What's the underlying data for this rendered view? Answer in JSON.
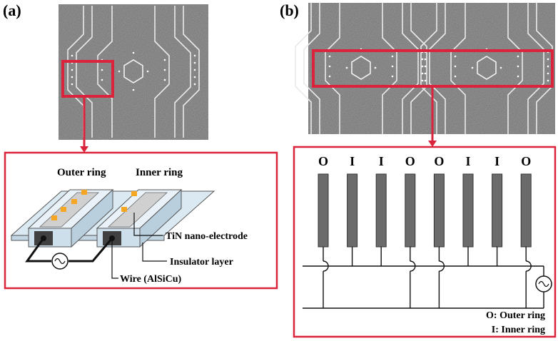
{
  "panels": {
    "a": {
      "label": "(a)"
    },
    "b": {
      "label": "(b)"
    }
  },
  "panel_a": {
    "outer_ring_label": "Outer ring",
    "inner_ring_label": "Inner ring",
    "callouts": {
      "electrode": "TiN nano-electrode",
      "insulator": "Insulator layer",
      "wire": "Wire (AlSiCu)"
    }
  },
  "panel_b": {
    "electrode_letters": [
      "O",
      "I",
      "I",
      "O",
      "O",
      "I",
      "I",
      "O"
    ],
    "legend": {
      "outer": "O: Outer ring",
      "inner": "I: Inner ring"
    }
  },
  "colors": {
    "highlight_red": "#d9243c",
    "electrode_gray": "#6b6b6b",
    "pad_orange": "#f5a623",
    "micrograph_bg": "#585858",
    "trace_white": "#f2f2f2"
  }
}
